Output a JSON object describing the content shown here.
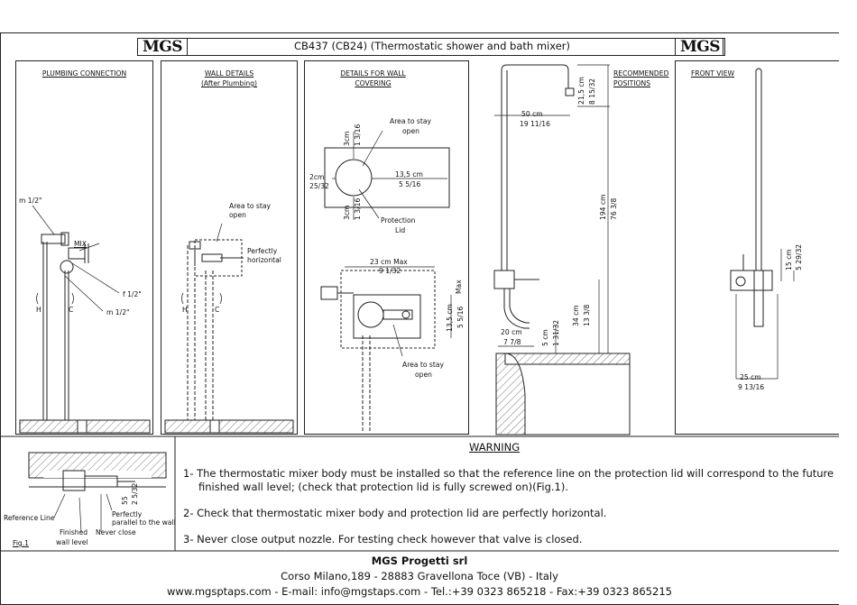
{
  "header": {
    "logo_left": "MGS",
    "logo_right": "MGS",
    "title": "CB437    (CB24)    (Thermostatic shower and bath mixer)"
  },
  "panels": {
    "plumbing": {
      "title": "PLUMBING CONNECTION",
      "labels": [
        "m 1/2\"",
        "MIX",
        "f 1/2\"",
        "m 1/2\"",
        "H",
        "C"
      ]
    },
    "wall_details": {
      "title_line1": "WALL DETAILS",
      "title_line2": "(After Plumbing)",
      "labels": [
        "Area to stay",
        "open",
        "Perfectly",
        "horizontal",
        "H",
        "C"
      ]
    },
    "wall_covering": {
      "title_line1": "DETAILS FOR WALL",
      "title_line2": "COVERING",
      "labels": [
        "Area to stay",
        "open",
        "3cm",
        "1 3/16",
        "2cm",
        "25/32",
        "13,5 cm",
        "5 5/16",
        "3cm",
        "1 3/16",
        "Protection",
        "Lid",
        "23 cm Max",
        "9 1/32",
        "Max",
        "13,5 cm",
        "5 5/16",
        "Area to stay",
        "open"
      ]
    },
    "recommended": {
      "title_line1": "RECOMMENDED",
      "title_line2": "POSITIONS",
      "labels": [
        "21,5 cm",
        "8 15/32",
        "50 cm",
        "19 11/16",
        "194 cm",
        "76 3/8",
        "34 cm",
        "13 3/8",
        "20 cm",
        "7 7/8",
        "5 cm",
        "1 31/32"
      ]
    },
    "front_view": {
      "title": "FRONT VIEW",
      "labels": [
        "15 cm",
        "5 29/32",
        "25 cm",
        "9 13/16"
      ]
    }
  },
  "fig1": {
    "labels": [
      "55",
      "2 5/32",
      "Reference Line",
      "Perfectly",
      "parallel to the wall",
      "Finished",
      "wall level",
      "Never close",
      "Fig.1"
    ]
  },
  "warning": {
    "title": "WARNING",
    "items": [
      "1- The thermostatic mixer body must be installed so that the reference line on the protection lid will correspond to the future",
      "finished wall level; (check that protection lid is fully screwed on)(Fig.1).",
      "2- Check that thermostatic mixer body and protection lid are perfectly horizontal.",
      "3- Never close output nozzle. For testing check however that valve is closed."
    ]
  },
  "footer": {
    "company": "MGS Progetti srl",
    "address": "Corso Milano,189 - 28883 Gravellona Toce (VB) - Italy",
    "contacts": "www.mgsptaps.com - E-mail: info@mgstaps.com - Tel.:+39 0323 865218 - Fax:+39 0323 865215"
  },
  "colors": {
    "ink": "#222222",
    "blue_fraction": "#2a4fb0"
  }
}
